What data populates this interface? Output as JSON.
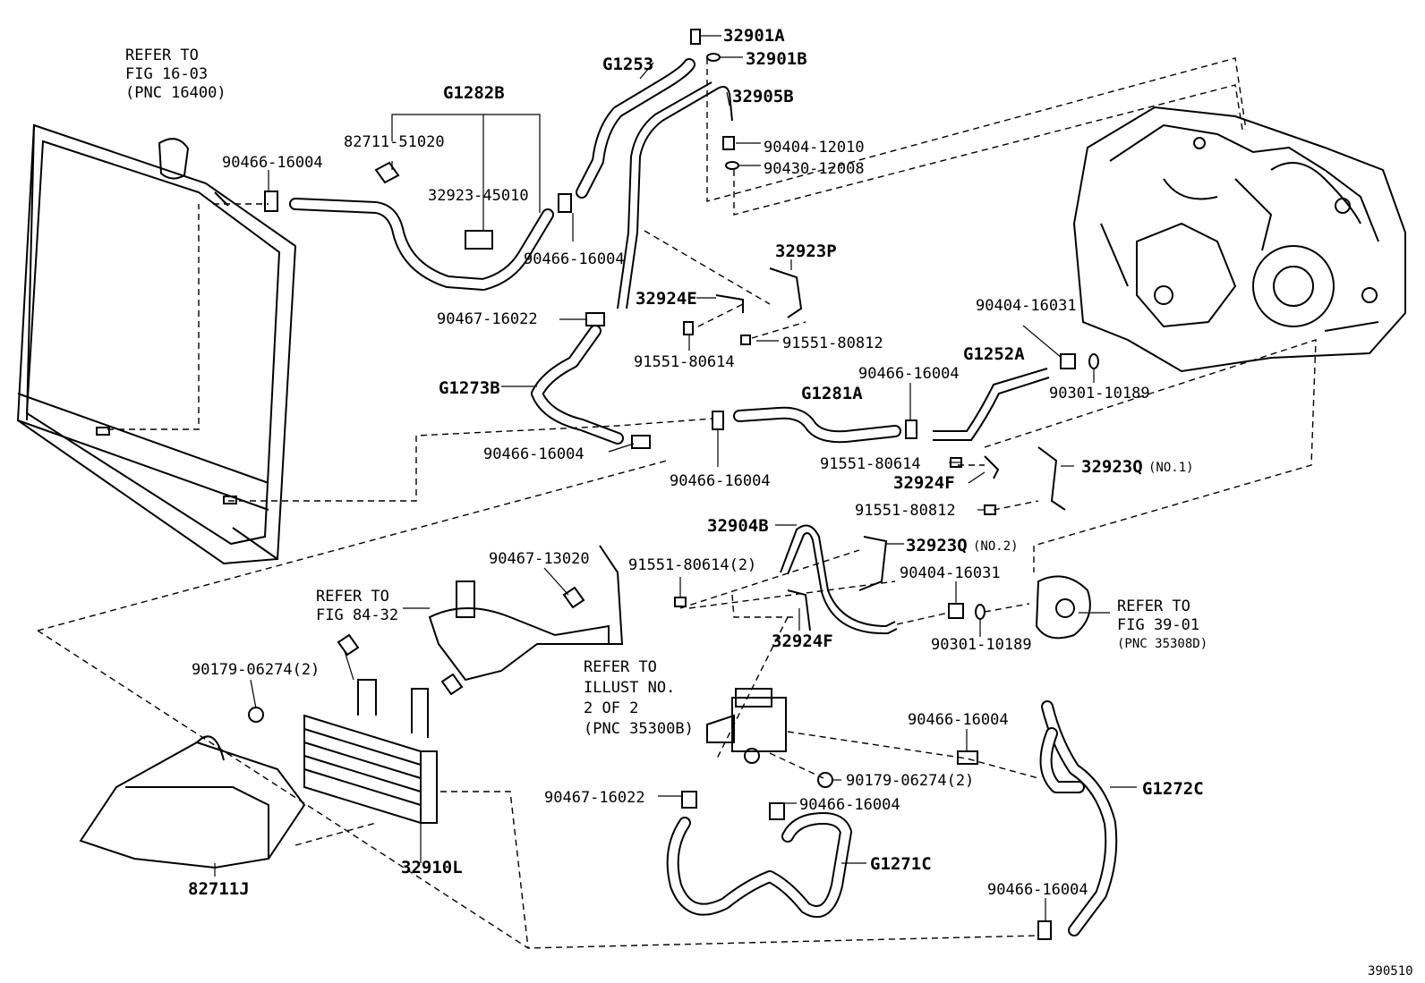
{
  "labels": {
    "refer_fig_16_03": [
      "REFER TO",
      "FIG 16-03",
      "(PNC 16400)"
    ],
    "g1282b": "G1282B",
    "p82711_51020": "82711-51020",
    "p90466_16004_a": "90466-16004",
    "p32923_45010": "32923-45010",
    "g1253": "G1253",
    "p32901a": "32901A",
    "p32901b": "32901B",
    "p32905b": "32905B",
    "p90404_12010": "90404-12010",
    "p90430_12008": "90430-12008",
    "p90466_16004_b": "90466-16004",
    "p32923p": "32923P",
    "p32924e": "32924E",
    "p90467_16022_a": "90467-16022",
    "p91551_80812_a": "91551-80812",
    "p91551_80614_a": "91551-80614",
    "g1273b": "G1273B",
    "p90404_16031_a": "90404-16031",
    "g1252a": "G1252A",
    "p90466_16004_c": "90466-16004",
    "g1281a": "G1281A",
    "p90301_10189_a": "90301-10189",
    "p90466_16004_d": "90466-16004",
    "p90466_16004_e": "90466-16004",
    "p91551_80614_b": "91551-80614",
    "p32924f_a": "32924F",
    "p32923q": "32923Q",
    "no1": "(NO.1)",
    "p91551_80812_b": "91551-80812",
    "p32904b": "32904B",
    "p32923q_2": "32923Q",
    "no2": "(NO.2)",
    "p91551_80614_2": "91551-80614(2)",
    "p90467_13020": "90467-13020",
    "p90404_16031_b": "90404-16031",
    "refer_fig_84_32": [
      "REFER TO",
      "FIG 84-32"
    ],
    "refer_fig_39_01": [
      "REFER TO",
      "FIG 39-01",
      "(PNC 35308D)"
    ],
    "p32924f_b": "32924F",
    "p90301_10189_b": "90301-10189",
    "p90179_06274_a": "90179-06274(2)",
    "refer_illust": [
      "REFER TO",
      "ILLUST NO.",
      "2 OF 2",
      "(PNC 35300B)"
    ],
    "p90466_16004_f": "90466-16004",
    "g1272c": "G1272C",
    "p90179_06274_b": "90179-06274(2)",
    "p90467_16022_b": "90467-16022",
    "p90466_16004_g": "90466-16004",
    "g1271c": "G1271C",
    "p90466_16004_h": "90466-16004",
    "p82711j": "82711J",
    "p32910l": "32910L",
    "figure_id": "390510"
  }
}
